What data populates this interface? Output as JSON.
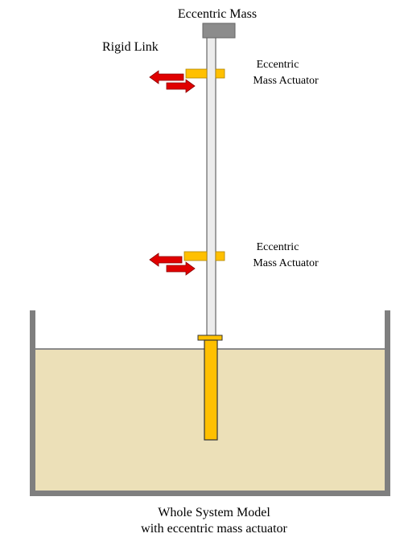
{
  "labels": {
    "eccentric_mass": "Eccentric Mass",
    "rigid_link": "Rigid Link",
    "actuator_upper_line1": "Eccentric",
    "actuator_upper_line2": "Mass Actuator",
    "actuator_lower_line1": "Eccentric",
    "actuator_lower_line2": "Mass Actuator",
    "caption_line1": "Whole System Model",
    "caption_line2": "with eccentric mass actuator"
  },
  "colors": {
    "soil": "#ece0b8",
    "soil_surface": "#8a8a8a",
    "container_wall": "#7f7f7f",
    "rod_fill": "#ececec",
    "rod_stroke": "#666666",
    "mass_block": "#8c8c8c",
    "actuator": "#ffc000",
    "pile": "#ffc000",
    "arrow_red": "#e00000"
  },
  "icons": {
    "arrow_left": "arrow-left-icon",
    "arrow_right": "arrow-right-icon"
  }
}
